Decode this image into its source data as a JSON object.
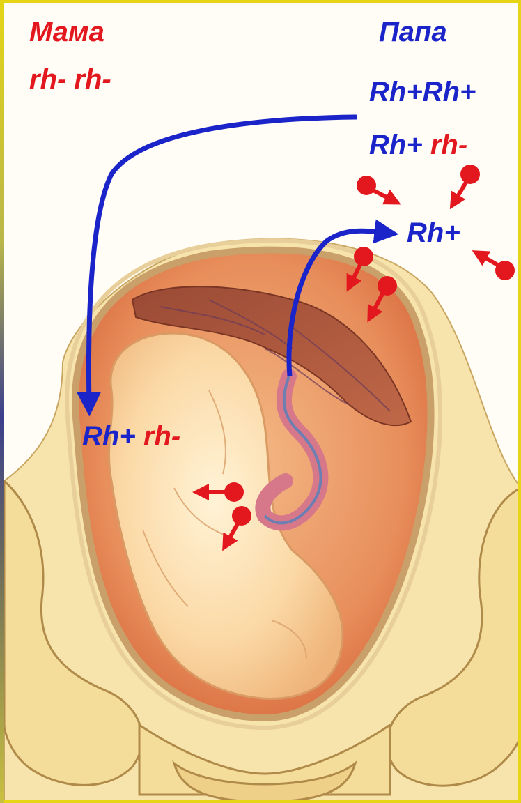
{
  "mother": {
    "title": "Мама",
    "genotype": "rh- rh-"
  },
  "father": {
    "title": "Папа",
    "genotype_1": "Rh+Rh+",
    "genotype_2_left": "Rh+",
    "genotype_2_right": "rh-",
    "gamete_label": "Rh+"
  },
  "fetus": {
    "genotype_left": "Rh+",
    "genotype_right": "rh-"
  },
  "colors": {
    "dominant_allele": "#1b24c8",
    "recessive_allele": "#e3181f",
    "border": "#e5d516"
  }
}
